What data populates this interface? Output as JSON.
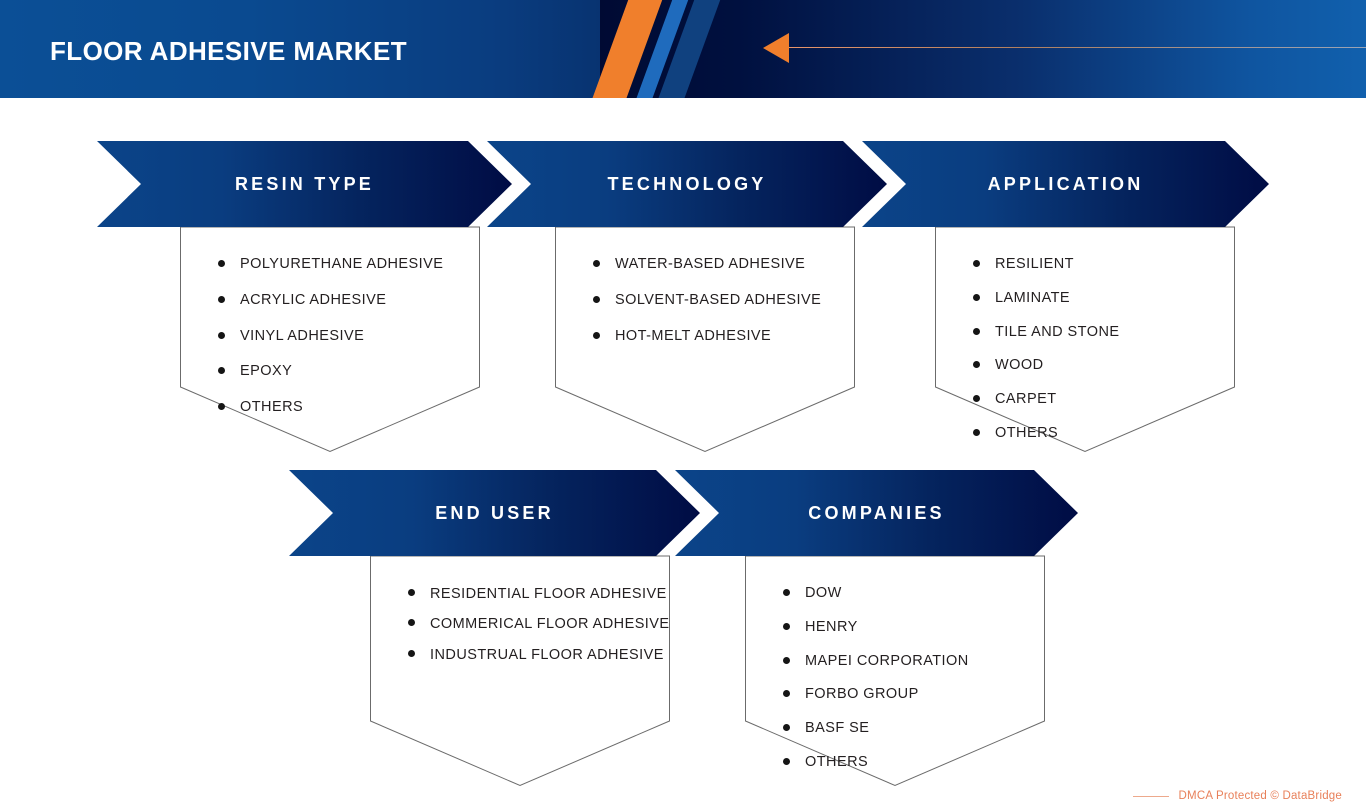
{
  "header": {
    "title": "FLOOR ADHESIVE MARKET",
    "accent_color": "#f07f2c",
    "bg_left_color": "#0b4f96",
    "bg_right_color": "#000a33"
  },
  "sections": [
    {
      "id": "resin",
      "label": "RESIN TYPE",
      "items": [
        "POLYURETHANE ADHESIVE",
        "ACRYLIC ADHESIVE",
        "VINYL ADHESIVE",
        "EPOXY",
        "OTHERS"
      ]
    },
    {
      "id": "technology",
      "label": "TECHNOLOGY",
      "items": [
        "WATER-BASED ADHESIVE",
        "SOLVENT-BASED ADHESIVE",
        "HOT-MELT ADHESIVE"
      ]
    },
    {
      "id": "application",
      "label": "APPLICATION",
      "items": [
        "RESILIENT",
        "LAMINATE",
        "TILE AND STONE",
        "WOOD",
        "CARPET",
        "OTHERS"
      ]
    },
    {
      "id": "enduser",
      "label": "END USER",
      "items": [
        "RESIDENTIAL FLOOR ADHESIVE",
        "COMMERICAL FLOOR ADHESIVE",
        "INDUSTRUAL FLOOR ADHESIVE"
      ]
    },
    {
      "id": "companies",
      "label": "COMPANIES",
      "items": [
        "DOW",
        "HENRY",
        "MAPEI CORPORATION",
        "FORBO GROUP",
        "BASF SE",
        "OTHERS"
      ]
    }
  ],
  "footer": {
    "text": "DMCA Protected © DataBridge",
    "color": "#e8805a"
  },
  "theme": {
    "banner_light": "#0b4489",
    "banner_dark": "#000c44",
    "card_border": "#6b6b6b",
    "text_color": "#231f20"
  }
}
